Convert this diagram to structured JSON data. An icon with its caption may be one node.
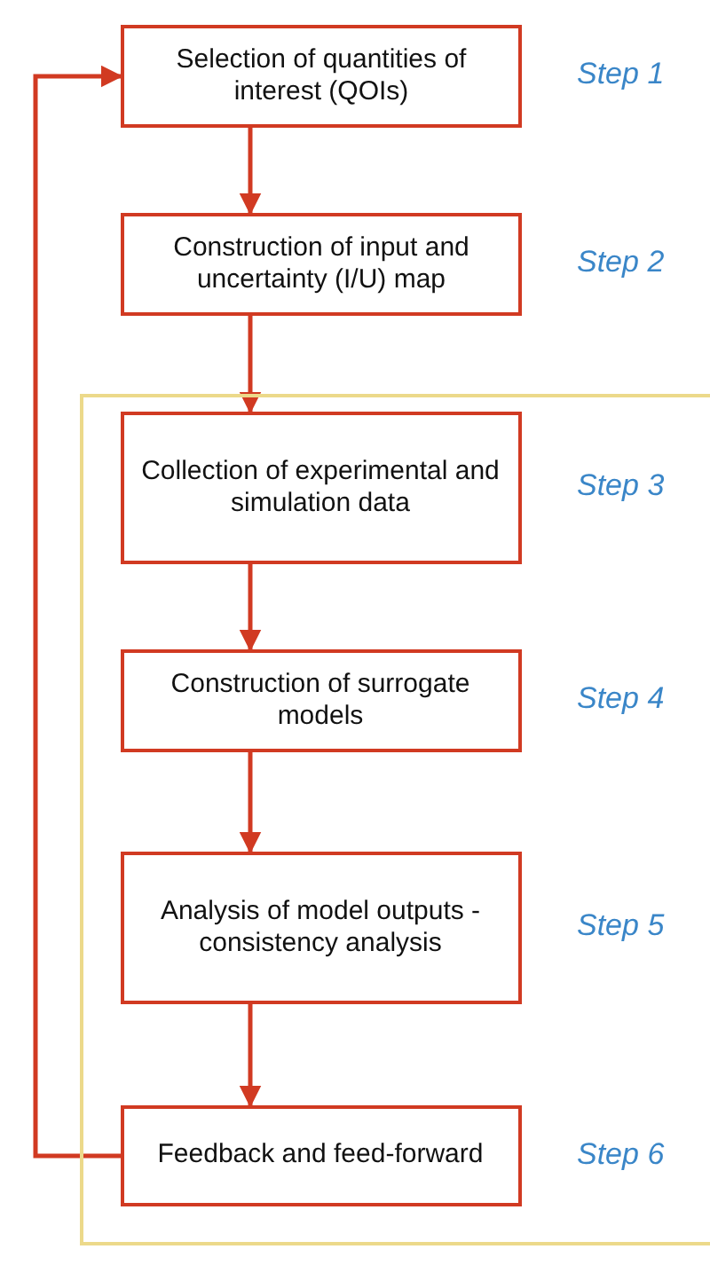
{
  "diagram": {
    "nodes": [
      {
        "text": [
          "Selection of quantities of interest (QOIs)"
        ],
        "beside": [
          "Step 1"
        ]
      },
      {
        "text": [
          "Construction of input and uncertainty (I/U) map"
        ],
        "beside": [
          "Step 2"
        ]
      },
      {
        "text": [],
        "shape": "box"
      },
      {
        "text": [
          "Collection of experimental and simulation data"
        ],
        "beside": [
          "Step 3"
        ],
        "in": 2
      },
      {
        "text": [
          "Construction of surrogate models"
        ],
        "beside": [
          "Step 4"
        ],
        "in": 2
      },
      {
        "text": [
          "Analysis of model outputs - consistency analysis"
        ],
        "beside": [
          "Step 5"
        ],
        "in": 2
      },
      {
        "text": [
          "Feedback and feed-forward"
        ],
        "beside": [
          "Step 6"
        ],
        "in": 2
      }
    ],
    "edges": [
      {
        "from": 0,
        "to": 1,
        "arrow": "to"
      },
      {
        "from": 1,
        "to": 3,
        "arrow": "to"
      },
      {
        "from": 3,
        "to": 4,
        "arrow": "to"
      },
      {
        "from": 4,
        "to": 5,
        "arrow": "to"
      },
      {
        "from": 5,
        "to": 6,
        "arrow": "to"
      },
      {
        "from": 6,
        "to": 0,
        "arrow": "to"
      }
    ]
  }
}
